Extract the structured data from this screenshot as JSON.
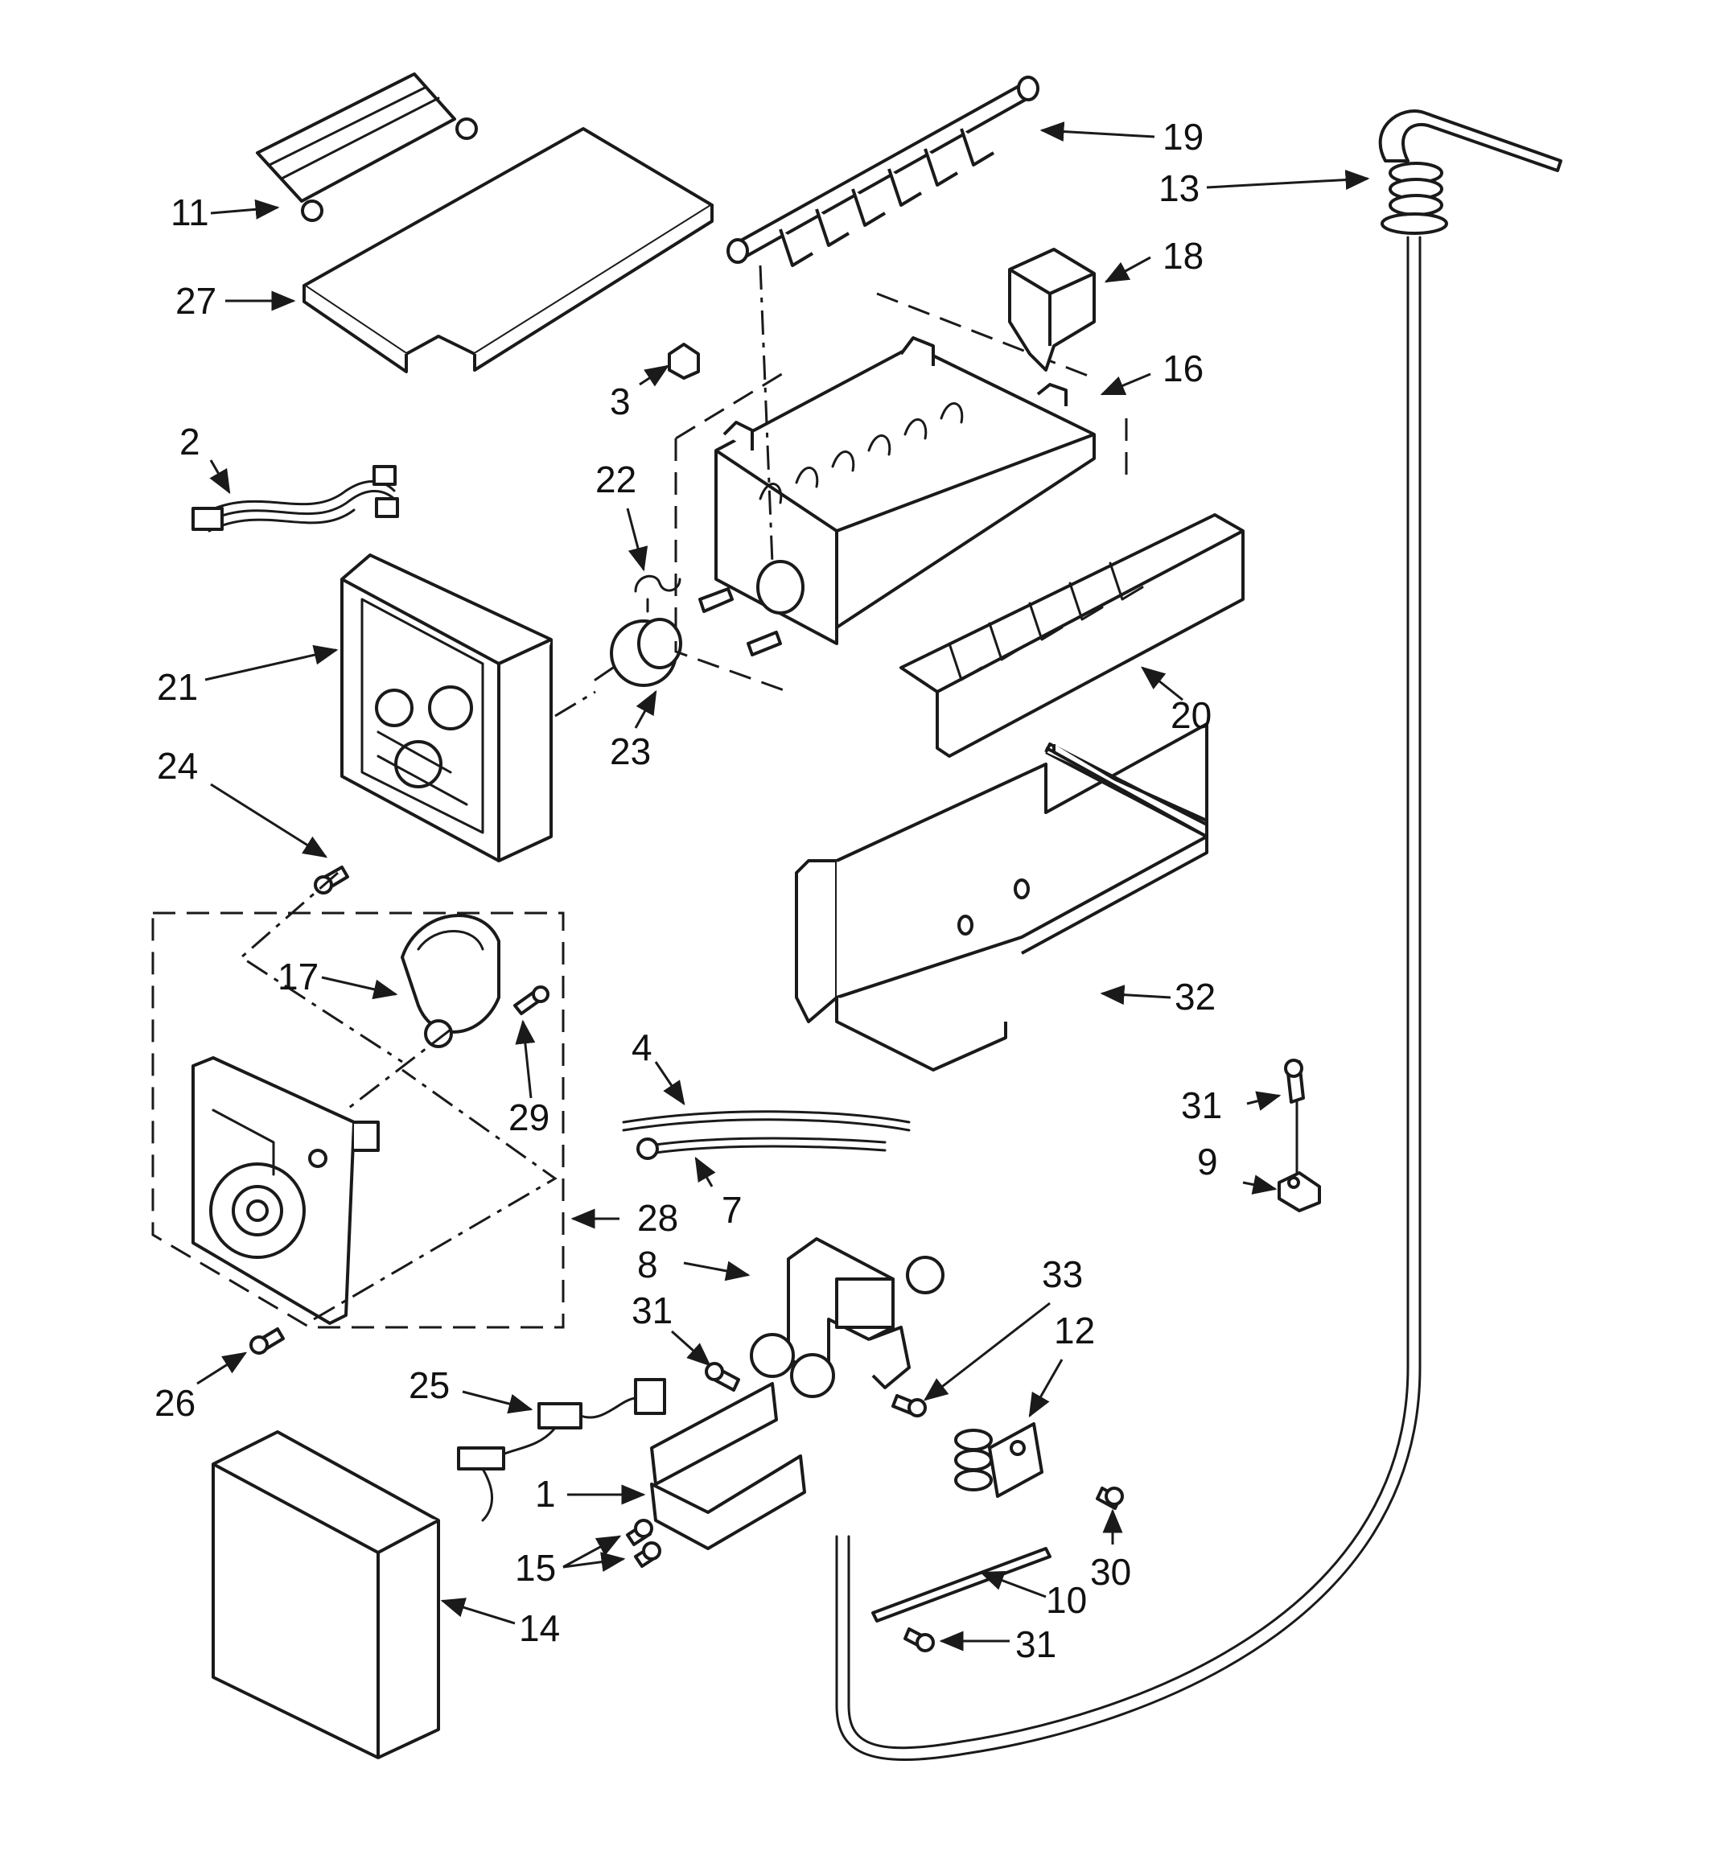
{
  "diagram": {
    "callouts": [
      {
        "key": "11",
        "label": "11"
      },
      {
        "key": "27",
        "label": "27"
      },
      {
        "key": "2",
        "label": "2"
      },
      {
        "key": "21",
        "label": "21"
      },
      {
        "key": "24",
        "label": "24"
      },
      {
        "key": "17",
        "label": "17"
      },
      {
        "key": "29",
        "label": "29"
      },
      {
        "key": "28",
        "label": "28"
      },
      {
        "key": "26",
        "label": "26"
      },
      {
        "key": "25",
        "label": "25"
      },
      {
        "key": "1",
        "label": "1"
      },
      {
        "key": "15",
        "label": "15"
      },
      {
        "key": "14",
        "label": "14"
      },
      {
        "key": "3",
        "label": "3"
      },
      {
        "key": "22",
        "label": "22"
      },
      {
        "key": "23",
        "label": "23"
      },
      {
        "key": "4",
        "label": "4"
      },
      {
        "key": "7",
        "label": "7"
      },
      {
        "key": "8",
        "label": "8"
      },
      {
        "key": "31a",
        "label": "31"
      },
      {
        "key": "19",
        "label": "19"
      },
      {
        "key": "18",
        "label": "18"
      },
      {
        "key": "16",
        "label": "16"
      },
      {
        "key": "20",
        "label": "20"
      },
      {
        "key": "32",
        "label": "32"
      },
      {
        "key": "13",
        "label": "13"
      },
      {
        "key": "31b",
        "label": "31"
      },
      {
        "key": "9",
        "label": "9"
      },
      {
        "key": "33",
        "label": "33"
      },
      {
        "key": "12",
        "label": "12"
      },
      {
        "key": "30",
        "label": "30"
      },
      {
        "key": "10",
        "label": "10"
      },
      {
        "key": "31c",
        "label": "31"
      }
    ]
  }
}
